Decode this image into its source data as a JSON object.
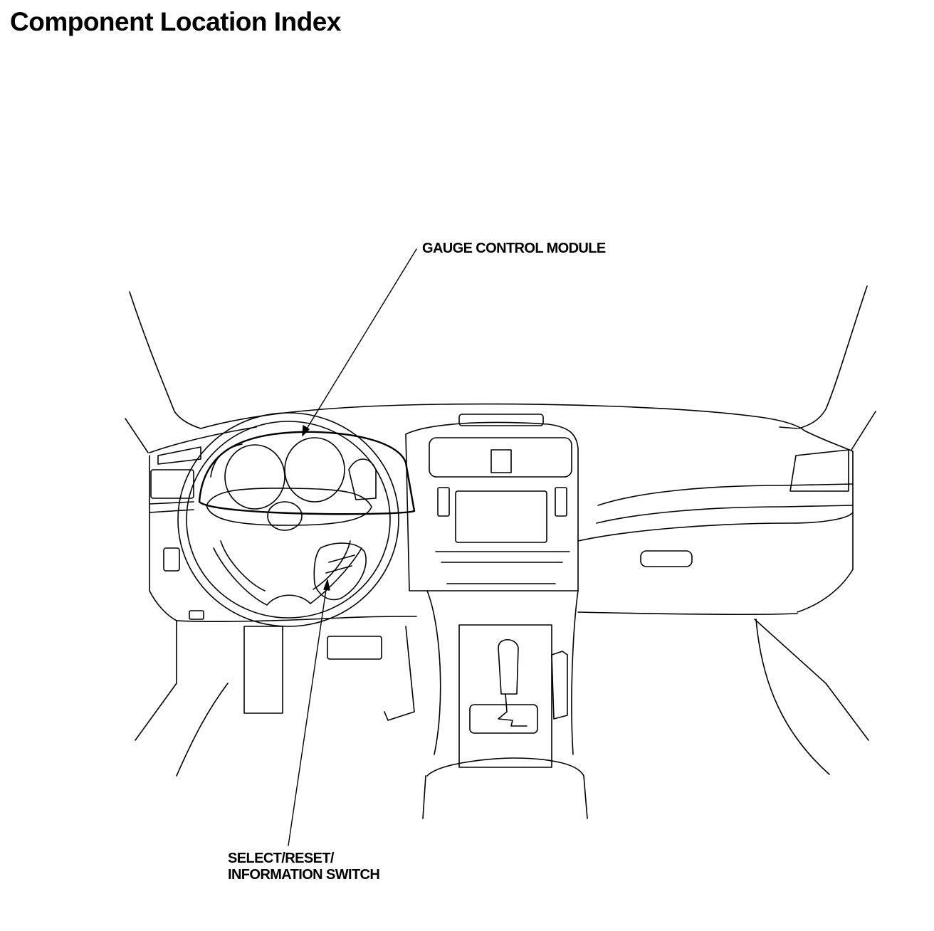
{
  "title": "Component Location Index",
  "callouts": {
    "gauge_control_module": "GAUGE CONTROL MODULE",
    "select_switch_line1": "SELECT/RESET/",
    "select_switch_line2": "INFORMATION SWITCH"
  },
  "colors": {
    "line": "#000000",
    "background": "#ffffff"
  }
}
